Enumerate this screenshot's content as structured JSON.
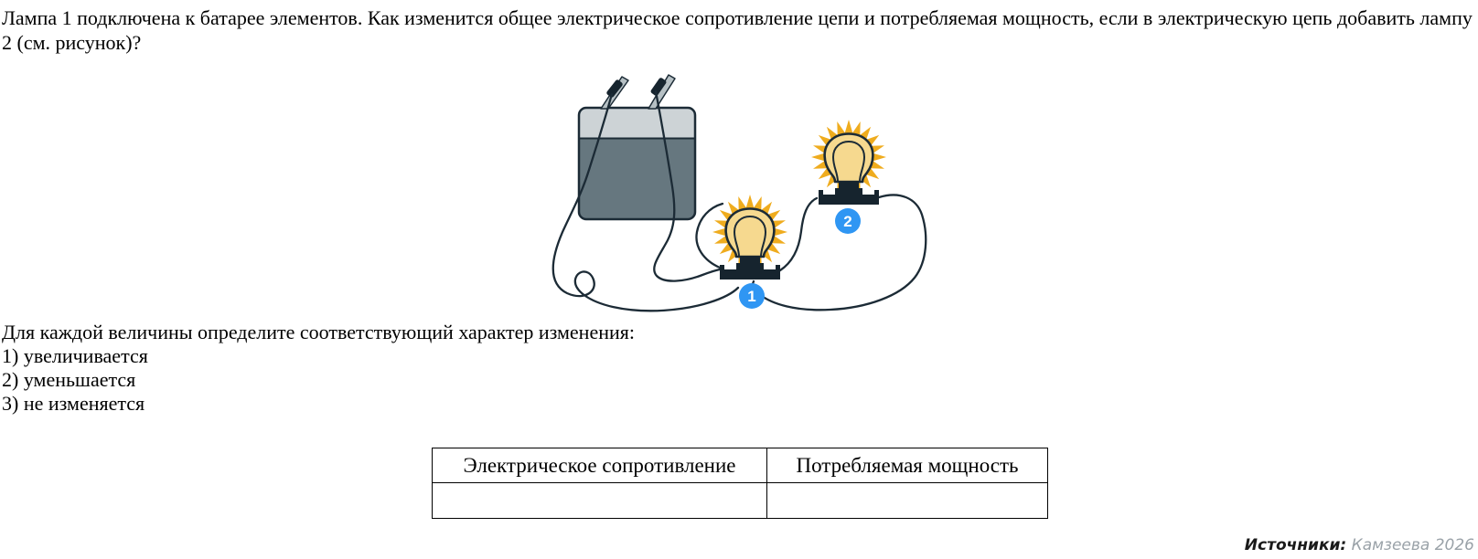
{
  "question": {
    "text": "Лампа 1 подключена к батарее элементов. Как изменится общее электрическое сопротивление цепи и потребляемая мощность, если в электрическую цепь добавить лампу 2 (см. рисунок)?"
  },
  "instruction": {
    "prompt": "Для каждой величины определите соответствующий характер изменения:",
    "options": [
      "1) увеличивается",
      "2) уменьшается",
      "3) не изменяется"
    ]
  },
  "figure": {
    "lamp1_label": "1",
    "lamp2_label": "2",
    "colors": {
      "badge": "#2F96F3",
      "rays": "#EFAC1E",
      "bulb": "#F6D98F",
      "outline": "#1C2B36",
      "battery_top": "#CDD3D6",
      "battery_body": "#66777F",
      "socket": "#16242E"
    }
  },
  "table": {
    "headers": [
      "Электрическое сопротивление",
      "Потребляемая мощность"
    ],
    "rows": [
      [
        "",
        ""
      ]
    ]
  },
  "footer": {
    "label": "Источники:",
    "value": "Камзеева 2026"
  }
}
